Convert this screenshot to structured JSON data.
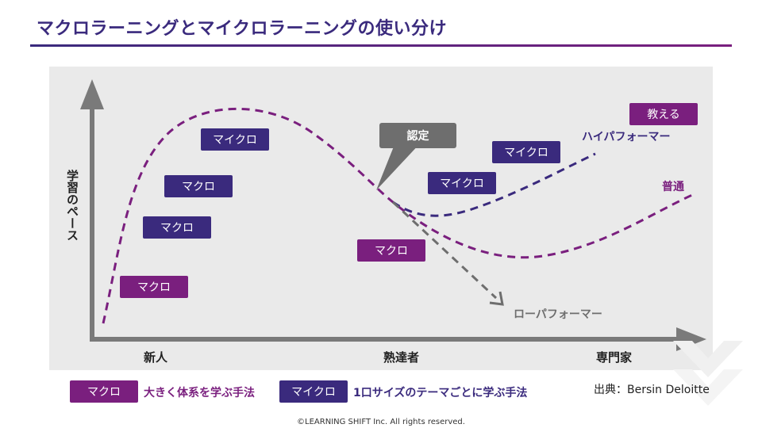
{
  "title": "マクロラーニングとマイクロラーニングの使い分け",
  "axes": {
    "y_label": "学習のペース",
    "x_labels": [
      "新人",
      "熟達者",
      "専門家"
    ]
  },
  "callout": "認定",
  "boxes": {
    "macro_1": "マクロ",
    "macro_2": "マクロ",
    "macro_3": "マクロ",
    "macro_4": "マクロ",
    "micro_1": "マイクロ",
    "micro_2": "マイクロ",
    "micro_3": "マイクロ",
    "teach": "教える"
  },
  "curve_labels": {
    "high": "ハイパフォーマー",
    "normal": "普通",
    "low": "ローパフォーマー"
  },
  "legend": [
    {
      "tag": "マクロ",
      "text": "大きく体系を学ぶ手法",
      "color": "#7a1f7e"
    },
    {
      "tag": "マイクロ",
      "text": "1口サイズのテーマごとに学ぶ手法",
      "color": "#3a2a7d"
    }
  ],
  "source": "出典：Bersin Deloitte",
  "copyright": "©LEARNING SHIFT Inc. All rights reserved.",
  "colors": {
    "navy": "#3a2a7d",
    "purple": "#7a1f7e",
    "gray": "#6e6e6e",
    "axis": "#7a7a7a"
  }
}
